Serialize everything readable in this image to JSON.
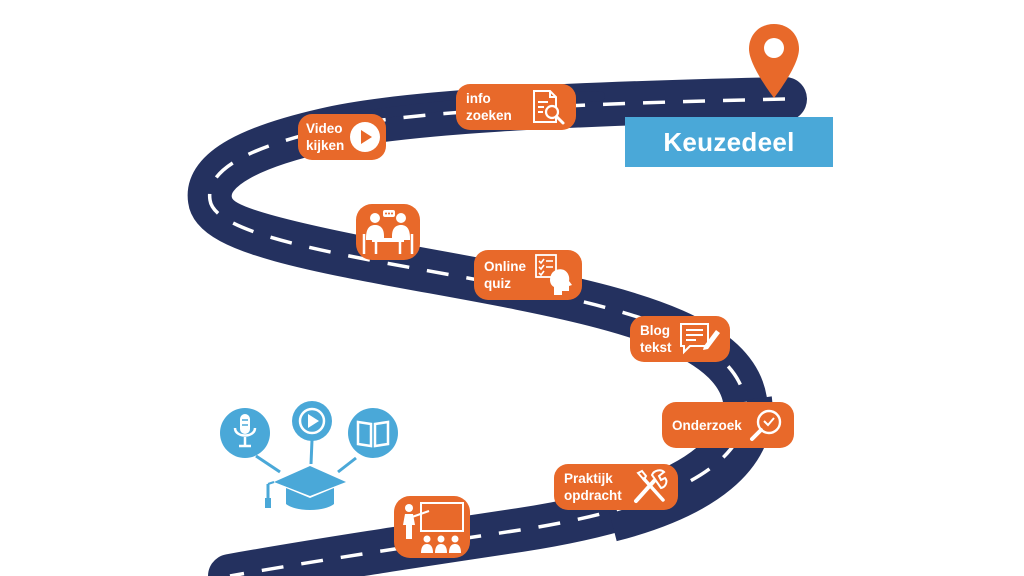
{
  "colors": {
    "road": "#24315f",
    "road_marking": "#ffffff",
    "step_fill": "#e8692a",
    "destination_fill": "#4aa8d8",
    "pin": "#e8692a",
    "cluster_icons": "#4aa8d8"
  },
  "destination": {
    "label": "Keuzedeel",
    "icon": "map-pin-icon"
  },
  "steps": [
    {
      "id": "info-zoeken",
      "lines": [
        "info",
        "zoeken"
      ],
      "icon": "document-search-icon"
    },
    {
      "id": "video-kijken",
      "lines": [
        "Video",
        "kijken"
      ],
      "icon": "play-icon"
    },
    {
      "id": "samenwerken",
      "lines": [],
      "icon": "meeting-people-icon"
    },
    {
      "id": "online-quiz",
      "lines": [
        "Online",
        "quiz"
      ],
      "icon": "checklist-head-icon"
    },
    {
      "id": "blog-tekst",
      "lines": [
        "Blog",
        "tekst"
      ],
      "icon": "writing-note-icon"
    },
    {
      "id": "onderzoek",
      "lines": [
        "Onderzoek"
      ],
      "icon": "magnifier-icon"
    },
    {
      "id": "praktijk-opdracht",
      "lines": [
        "Praktijk",
        "opdracht"
      ],
      "icon": "tools-icon"
    },
    {
      "id": "presentatie",
      "lines": [],
      "icon": "classroom-presentation-icon"
    }
  ],
  "learning_cluster": {
    "icons": [
      "microphone-icon",
      "play-icon",
      "open-book-icon",
      "graduation-cap-icon"
    ]
  }
}
